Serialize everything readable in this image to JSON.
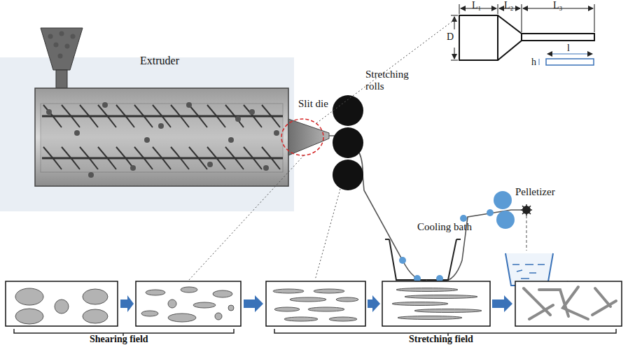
{
  "diagram": {
    "nodes": [
      {
        "text": [
          "Extruder"
        ]
      }
    ],
    "labels": [
      "Slit die",
      "Stretching rolls",
      "L₁",
      "L₂",
      "L₃",
      "D",
      "l",
      "h",
      "Cooling bath",
      "Pelletizer",
      "Shearing field",
      "Stretching field"
    ]
  }
}
